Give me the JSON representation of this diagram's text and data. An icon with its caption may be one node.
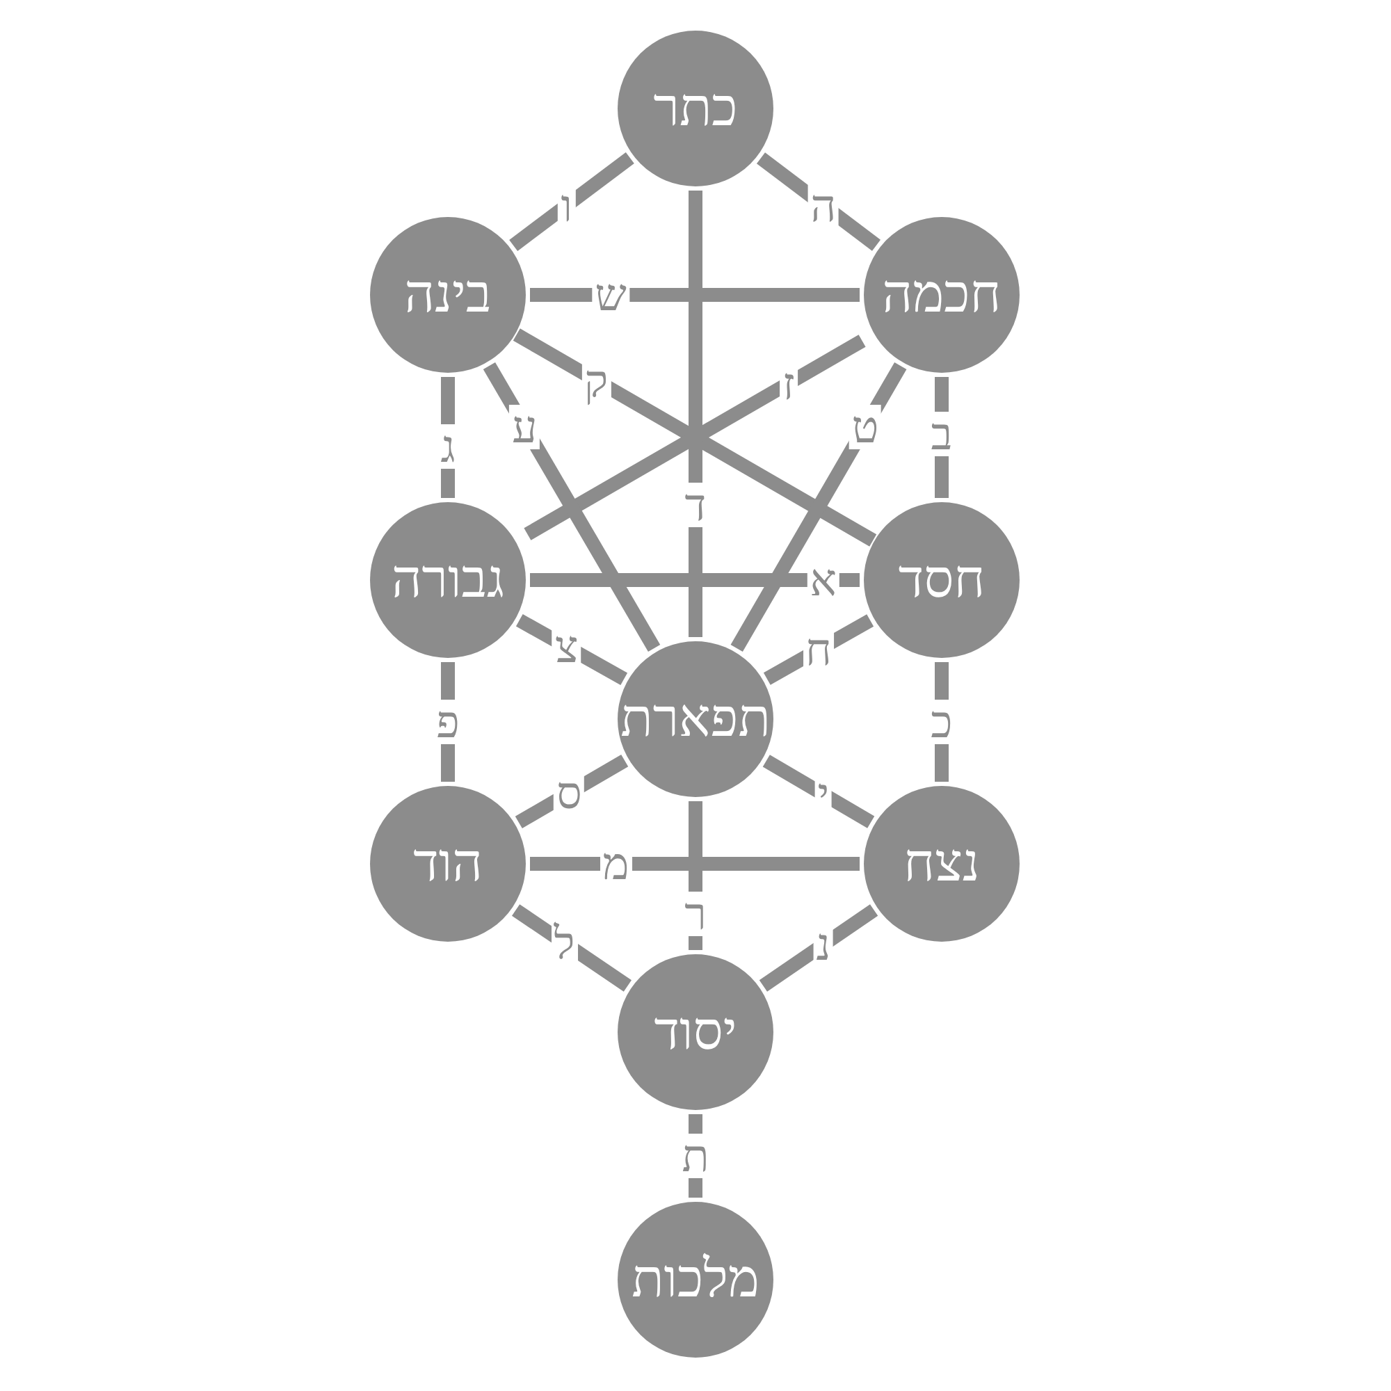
{
  "diagram": {
    "nodes": [
      {
        "text": [
          "כתר"
        ]
      },
      {
        "text": [
          "בינה"
        ]
      },
      {
        "text": [
          "חכמה"
        ]
      },
      {
        "text": [
          "גבורה"
        ]
      },
      {
        "text": [
          "חסד"
        ]
      },
      {
        "text": [
          "תפארת"
        ]
      },
      {
        "text": [
          "הוד"
        ]
      },
      {
        "text": [
          "נצח"
        ]
      },
      {
        "text": [
          "יסוד"
        ]
      },
      {
        "text": [
          "מלכות"
        ]
      }
    ],
    "edges": [
      {
        "from": 0,
        "to": 1,
        "arrow": "none",
        "label": "ו"
      },
      {
        "from": 0,
        "to": 2,
        "arrow": "none",
        "label": "ה"
      },
      {
        "from": 1,
        "to": 2,
        "arrow": "none",
        "label": "ש"
      },
      {
        "from": 1,
        "to": 4,
        "arrow": "none",
        "label": "ק"
      },
      {
        "from": 2,
        "to": 3,
        "arrow": "none",
        "label": "ז"
      },
      {
        "from": 1,
        "to": 3,
        "arrow": "none",
        "label": "ג"
      },
      {
        "from": 1,
        "to": 5,
        "arrow": "none",
        "label": "ע"
      },
      {
        "from": 2,
        "to": 5,
        "arrow": "none",
        "label": "ט"
      },
      {
        "from": 2,
        "to": 4,
        "arrow": "none",
        "label": "ב"
      },
      {
        "from": 0,
        "to": 5,
        "arrow": "none",
        "label": "ד"
      },
      {
        "from": 3,
        "to": 4,
        "arrow": "none",
        "label": "א"
      },
      {
        "from": 3,
        "to": 5,
        "arrow": "none",
        "label": "צ"
      },
      {
        "from": 4,
        "to": 5,
        "arrow": "none",
        "label": "ח"
      },
      {
        "from": 3,
        "to": 6,
        "arrow": "none",
        "label": "פ"
      },
      {
        "from": 4,
        "to": 7,
        "arrow": "none",
        "label": "כ"
      },
      {
        "from": 5,
        "to": 6,
        "arrow": "none",
        "label": "ס"
      },
      {
        "from": 5,
        "to": 7,
        "arrow": "none",
        "label": "י"
      },
      {
        "from": 6,
        "to": 7,
        "arrow": "none",
        "label": "מ"
      },
      {
        "from": 5,
        "to": 8,
        "arrow": "none",
        "label": "ר"
      },
      {
        "from": 6,
        "to": 8,
        "arrow": "none",
        "label": "ל"
      },
      {
        "from": 7,
        "to": 8,
        "arrow": "none",
        "label": "נ"
      },
      {
        "from": 8,
        "to": 9,
        "arrow": "none",
        "label": "ת"
      }
    ]
  }
}
